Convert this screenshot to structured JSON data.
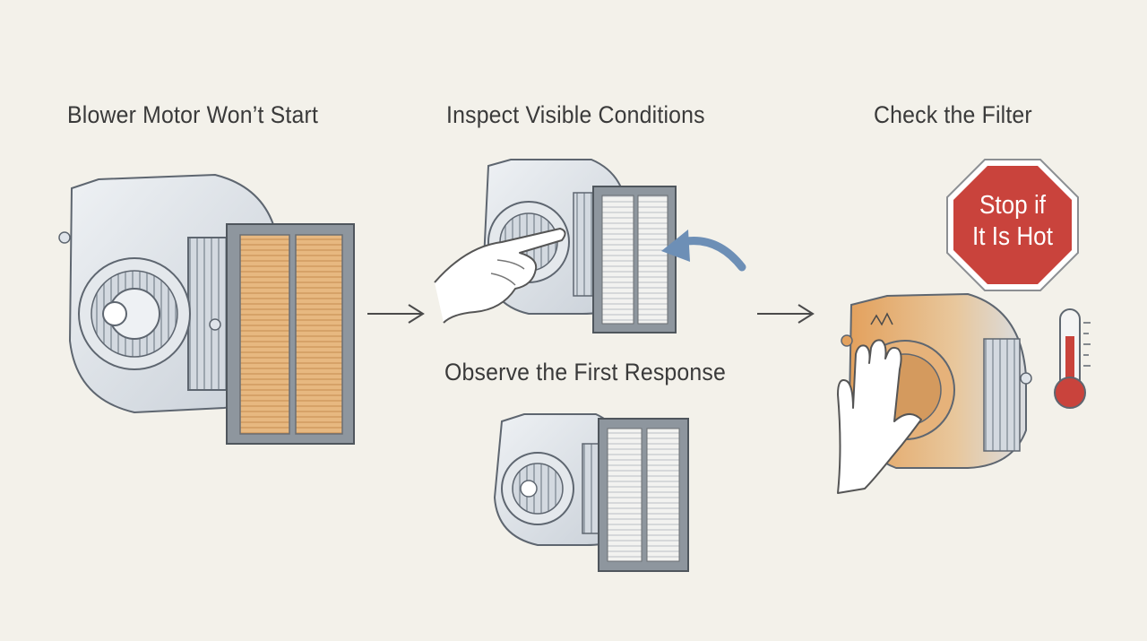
{
  "steps": [
    {
      "label": "Blower Motor Won’t Start"
    },
    {
      "label": "Inspect Visible Conditions"
    },
    {
      "label": "Check the Filter"
    },
    {
      "label": "Observe the First Response"
    }
  ],
  "stop_sign": {
    "line1": "Stop if",
    "line2": "It Is Hot"
  },
  "icons": [
    "blower-motor-icon",
    "air-filter-icon",
    "pointing-hand-icon",
    "curved-arrow-icon",
    "right-arrow-icon",
    "stop-sign-icon",
    "thermometer-icon",
    "touching-hand-icon"
  ],
  "colors": {
    "background": "#f3f1ea",
    "stop_red": "#c9433c",
    "dirty_filter": "#dca66a",
    "hot_orange": "#e0a466",
    "arrow_blue": "#6d8fb6",
    "metal": "#dfe4ea",
    "outline": "#5e6670"
  }
}
